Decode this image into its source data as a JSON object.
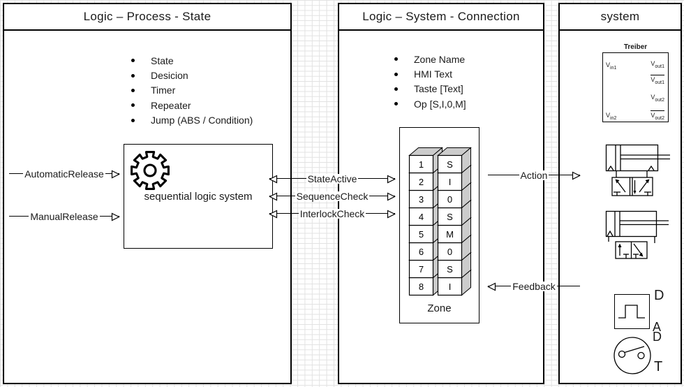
{
  "colors": {
    "ink": "#000000",
    "paper": "#ffffff",
    "grid_line": "#e2e2e2",
    "cube_shade": "#cccccc"
  },
  "panels": {
    "process": {
      "title": "Logic – Process - State",
      "bullets": [
        "State",
        "Desicion",
        "Timer",
        "Repeater",
        "Jump (ABS / Condition)"
      ],
      "box_label": "sequential logic system"
    },
    "connection": {
      "title": "Logic – System - Connection",
      "bullets": [
        "Zone Name",
        "HMI Text",
        "Taste [Text]",
        "Op [S,I,0,M]"
      ],
      "zone_label": "Zone",
      "zone_rows": [
        {
          "num": "1",
          "op": "S"
        },
        {
          "num": "2",
          "op": "I"
        },
        {
          "num": "3",
          "op": "0"
        },
        {
          "num": "4",
          "op": "S"
        },
        {
          "num": "5",
          "op": "M"
        },
        {
          "num": "6",
          "op": "0"
        },
        {
          "num": "7",
          "op": "S"
        },
        {
          "num": "8",
          "op": "I"
        }
      ]
    },
    "system": {
      "title": "system",
      "treiber": {
        "label": "Treiber",
        "vin1": {
          "v": "V",
          "s": "in1"
        },
        "vin2": {
          "v": "V",
          "s": "in2"
        },
        "vout1": {
          "v": "V",
          "s": "out1"
        },
        "vout1n": {
          "v": "V",
          "s": "out1"
        },
        "vout2": {
          "v": "V",
          "s": "out2"
        },
        "vout2n": {
          "v": "V",
          "s": "out2"
        }
      },
      "labels": {
        "d_top": "D",
        "a_mid": "A",
        "d_mid": "D",
        "t_bottom": "T"
      }
    }
  },
  "arrows": {
    "automatic_release": "AutomaticRelease",
    "manual_release": "ManualRelease",
    "state_active": "StateActive",
    "sequence_check": "SequenceCheck",
    "interlock_check": "InterlockCheck",
    "action": "Action",
    "feedback": "Feedback"
  }
}
